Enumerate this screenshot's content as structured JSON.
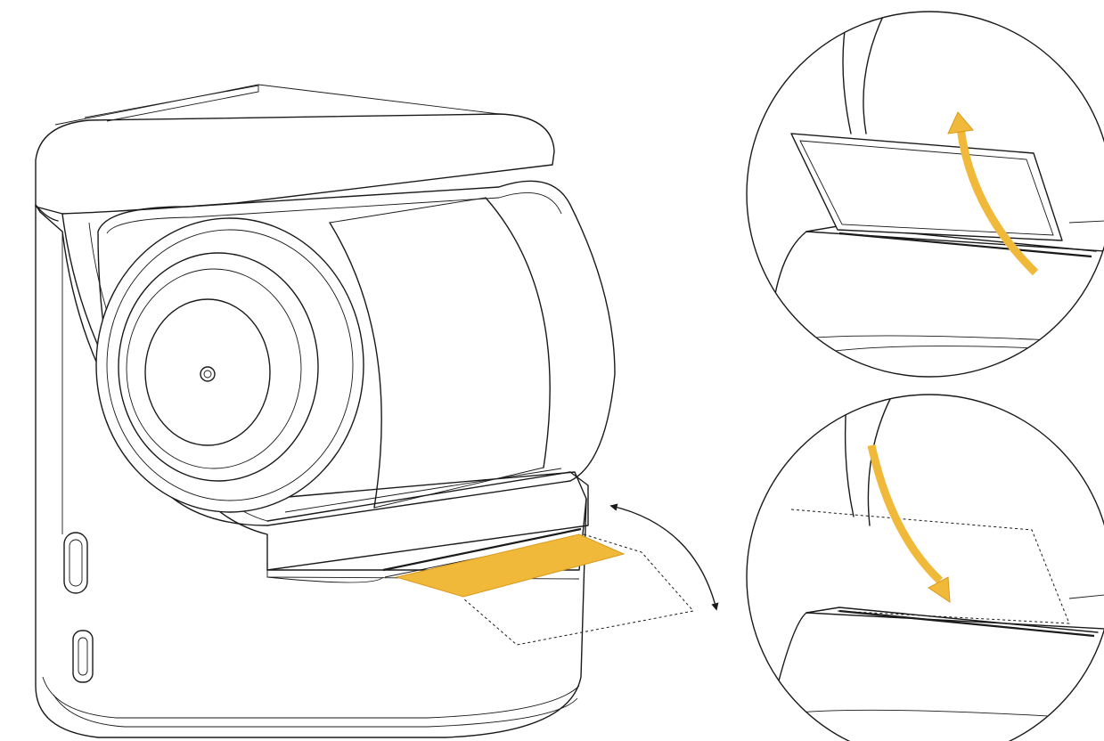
{
  "colors": {
    "line": "#1a1a1a",
    "background": "#ffffff",
    "accent": "#f0b93a",
    "accent_stroke": "#d99a1e"
  },
  "illustration": {
    "main": {
      "icons": [
        "camera-device-icon",
        "lens-icon",
        "power-button-icon",
        "usb-c-port-icon",
        "protective-film-tab-icon",
        "swing-arrow-icon"
      ]
    },
    "detail_panels": [
      {
        "step": "peel",
        "arrow_direction": "up",
        "film_outline": "solid"
      },
      {
        "step": "reapply",
        "arrow_direction": "down",
        "film_outline": "dashed"
      }
    ]
  }
}
